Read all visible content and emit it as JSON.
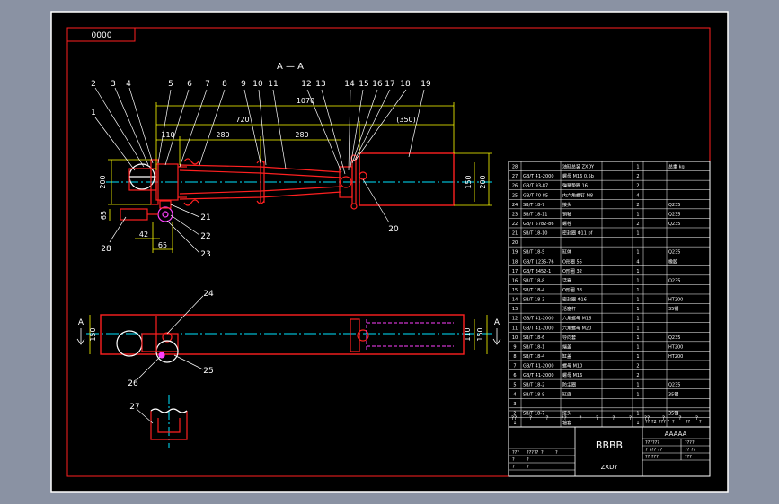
{
  "drawing": {
    "corner_label": "0000",
    "section_label": "A — A",
    "section_mark": "A",
    "title_main": "BBBB",
    "title_code": "ZXDY",
    "title_top": "AAAAA"
  },
  "callouts": [
    "1",
    "2",
    "3",
    "4",
    "5",
    "6",
    "7",
    "8",
    "9",
    "10",
    "11",
    "12",
    "13",
    "14",
    "15",
    "16",
    "17",
    "18",
    "19",
    "20",
    "21",
    "22",
    "23",
    "24",
    "25",
    "26",
    "27",
    "28"
  ],
  "dimensions": {
    "overall_len": "1070",
    "len_720": "720",
    "len_350": "(350)",
    "len_110": "110",
    "len_280a": "280",
    "len_280b": "280",
    "dia_200_left": "200",
    "dia_150_right": "150",
    "dia_200_right": "200",
    "h_65_left": "65",
    "w_42": "42",
    "w_65": "65",
    "top_150_left": "150",
    "top_110_right": "110",
    "top_150_right": "150"
  },
  "parts_table": {
    "rows": [
      {
        "no": "28",
        "code": "",
        "name": "油缸总装 ZXDY",
        "qty": "1",
        "note": "总重 kg"
      },
      {
        "no": "27",
        "code": "GB/T 41-2000",
        "name": "螺母 M16 0.5b",
        "qty": "2",
        "note": ""
      },
      {
        "no": "26",
        "code": "GB/T 93-87",
        "name": "弹簧垫圈 16",
        "qty": "2",
        "note": ""
      },
      {
        "no": "25",
        "code": "GB/T 70-85",
        "name": "内六角螺钉 M8",
        "qty": "4",
        "note": ""
      },
      {
        "no": "24",
        "code": "SB/T 18-7",
        "name": "接头",
        "qty": "2",
        "note": "Q235"
      },
      {
        "no": "23",
        "code": "SB/T 18-11",
        "name": "销轴",
        "qty": "1",
        "note": "Q235"
      },
      {
        "no": "22",
        "code": "GB/T 5782-86",
        "name": "螺栓",
        "qty": "2",
        "note": "Q235"
      },
      {
        "no": "21",
        "code": "SB/T 18-10",
        "name": "密封圈 Φ11 pf",
        "qty": "1",
        "note": ""
      },
      {
        "no": "20",
        "code": "",
        "name": "",
        "qty": "",
        "note": ""
      },
      {
        "no": "19",
        "code": "SB/T 18-5",
        "name": "缸体",
        "qty": "1",
        "note": "Q235"
      },
      {
        "no": "18",
        "code": "GB/T 1235-76",
        "name": "O形圈 55",
        "qty": "4",
        "note": "橡胶"
      },
      {
        "no": "17",
        "code": "GB/T 3452-1",
        "name": "O形圈 32",
        "qty": "1",
        "note": ""
      },
      {
        "no": "16",
        "code": "SB/T 18-8",
        "name": "活塞",
        "qty": "1",
        "note": "Q235"
      },
      {
        "no": "15",
        "code": "SB/T 18-4",
        "name": "O形圈 38",
        "qty": "1",
        "note": ""
      },
      {
        "no": "14",
        "code": "SB/T 18-3",
        "name": "密封圈 Φ16",
        "qty": "1",
        "note": "HT200"
      },
      {
        "no": "13",
        "code": "",
        "name": "活塞杆",
        "qty": "1",
        "note": "35钢"
      },
      {
        "no": "12",
        "code": "GB/T 41-2000",
        "name": "六角螺母 M16",
        "qty": "1",
        "note": ""
      },
      {
        "no": "11",
        "code": "GB/T 41-2000",
        "name": "六角螺母 M20",
        "qty": "1",
        "note": ""
      },
      {
        "no": "10",
        "code": "SB/T 18-6",
        "name": "导向套",
        "qty": "1",
        "note": "Q235"
      },
      {
        "no": "9",
        "code": "SB/T 18-1",
        "name": "端盖",
        "qty": "1",
        "note": "HT200"
      },
      {
        "no": "8",
        "code": "SB/T 18-4",
        "name": "缸盖",
        "qty": "1",
        "note": "HT200"
      },
      {
        "no": "7",
        "code": "GB/T 41-2000",
        "name": "螺母 M10",
        "qty": "2",
        "note": ""
      },
      {
        "no": "6",
        "code": "GB/T 41-2000",
        "name": "螺母 M16",
        "qty": "2",
        "note": ""
      },
      {
        "no": "5",
        "code": "SB/T 18-2",
        "name": "防尘圈",
        "qty": "1",
        "note": "Q235"
      },
      {
        "no": "4",
        "code": "SB/T 18-9",
        "name": "缸底",
        "qty": "1",
        "note": "35钢"
      },
      {
        "no": "3",
        "code": "",
        "name": "",
        "qty": "",
        "note": ""
      },
      {
        "no": "2",
        "code": "SB/T 18-7",
        "name": "接头",
        "qty": "1",
        "note": "35钢"
      },
      {
        "no": "1",
        "code": "",
        "name": "轴套",
        "qty": "1",
        "note": ""
      }
    ],
    "header_cells": [
      "??",
      "?",
      "?",
      "??",
      "?",
      "?",
      "?",
      "?",
      "??",
      "?",
      "?",
      "?"
    ],
    "mid_cells": [
      "?? ?2",
      "???  ?",
      "?",
      "??",
      "?"
    ]
  },
  "title_block": {
    "left_rows": [
      {
        "a": "???",
        "b": "?????",
        "c": "?",
        "d": "?"
      },
      {
        "a": "?",
        "b": "?",
        "c": "",
        "d": ""
      },
      {
        "a": "?",
        "b": "?",
        "c": "",
        "d": ""
      }
    ],
    "right_rows": [
      {
        "a": "??????",
        "b": "????"
      },
      {
        "a": "?  ???  ??",
        "b": "?? ??"
      },
      {
        "a": "??  ???",
        "b": "???"
      }
    ]
  }
}
